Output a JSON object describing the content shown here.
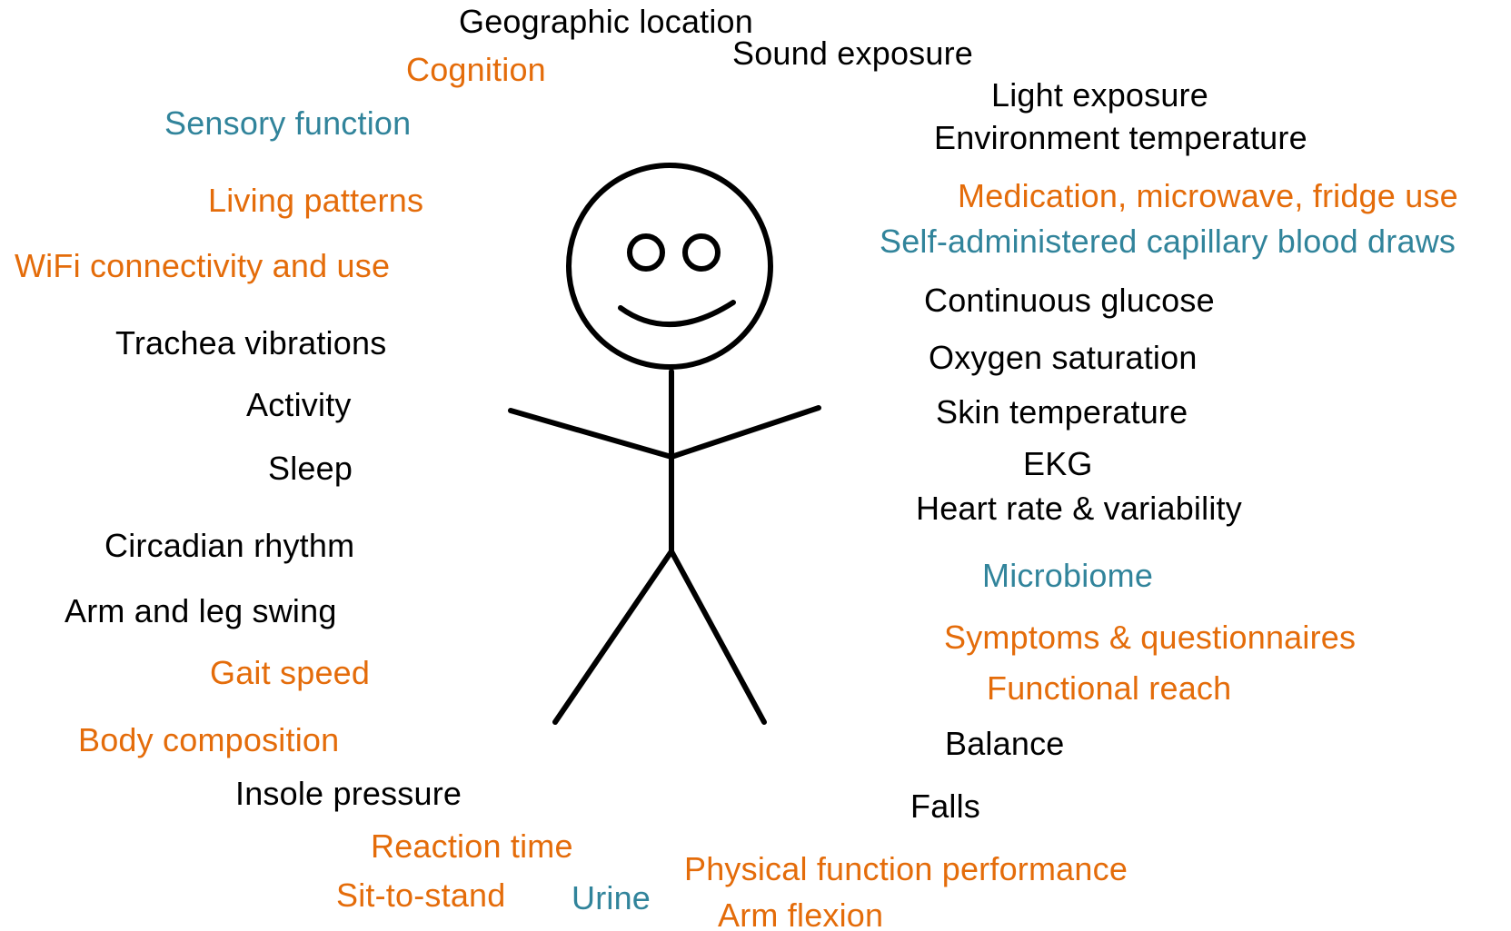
{
  "colors": {
    "black": "#000000",
    "orange": "#e46c0a",
    "blue": "#31849b"
  },
  "figure": {
    "icon": "stick-figure-smiley-icon"
  },
  "labels": {
    "geographic_location": "Geographic location",
    "sound_exposure": "Sound exposure",
    "cognition": "Cognition",
    "light_exposure": "Light exposure",
    "sensory_function": "Sensory function",
    "environment_temperature": "Environment temperature",
    "living_patterns": "Living patterns",
    "medication_use": "Medication, microwave, fridge use",
    "wifi": "WiFi connectivity and use",
    "capillary_blood": "Self-administered capillary blood draws",
    "continuous_glucose": "Continuous glucose",
    "trachea_vibrations": "Trachea vibrations",
    "oxygen_saturation": "Oxygen saturation",
    "activity": "Activity",
    "skin_temperature": "Skin temperature",
    "sleep": "Sleep",
    "ekg": "EKG",
    "heart_rate": "Heart rate & variability",
    "circadian_rhythm": "Circadian rhythm",
    "microbiome": "Microbiome",
    "arm_leg_swing": "Arm and leg swing",
    "symptoms": "Symptoms & questionnaires",
    "gait_speed": "Gait speed",
    "functional_reach": "Functional reach",
    "body_composition": "Body composition",
    "balance": "Balance",
    "insole_pressure": "Insole pressure",
    "falls": "Falls",
    "reaction_time": "Reaction time",
    "physical_function": "Physical function performance",
    "sit_to_stand": "Sit-to-stand",
    "urine": "Urine",
    "arm_flexion": "Arm flexion"
  }
}
